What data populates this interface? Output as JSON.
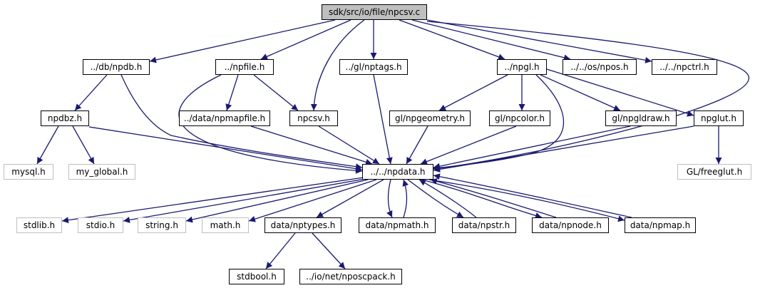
{
  "nodes": {
    "root": "sdk/src/io/file/npcsv.c",
    "db_npdb": "../db/npdb.h",
    "npfile": "../npfile.h",
    "gl_nptags": "../gl/nptags.h",
    "npgl": "../npgl.h",
    "os_npos": "../../os/npos.h",
    "npctrl": "../../npctrl.h",
    "npdbz": "npdbz.h",
    "data_npmapfile": "../data/npmapfile.h",
    "npcsv_h": "npcsv.h",
    "gl_npgeometry": "gl/npgeometry.h",
    "gl_npcolor": "gl/npcolor.h",
    "gl_npgldraw": "gl/npgldraw.h",
    "npglut": "npglut.h",
    "mysql": "mysql.h",
    "my_global": "my_global.h",
    "npdata": "../../npdata.h",
    "gl_freeglut": "GL/freeglut.h",
    "stdlib": "stdlib.h",
    "stdio": "stdio.h",
    "string": "string.h",
    "math": "math.h",
    "data_nptypes": "data/nptypes.h",
    "data_npmath": "data/npmath.h",
    "data_npstr": "data/npstr.h",
    "data_npnode": "data/npnode.h",
    "data_npmap": "data/npmap.h",
    "stdbool": "stdbool.h",
    "io_net_nposcpack": "../io/net/nposcpack.h"
  },
  "colors": {
    "edge": "#191970",
    "root_fill": "#bfbfbf",
    "node_border": "#000000",
    "external_border": "#bfbfbf"
  }
}
